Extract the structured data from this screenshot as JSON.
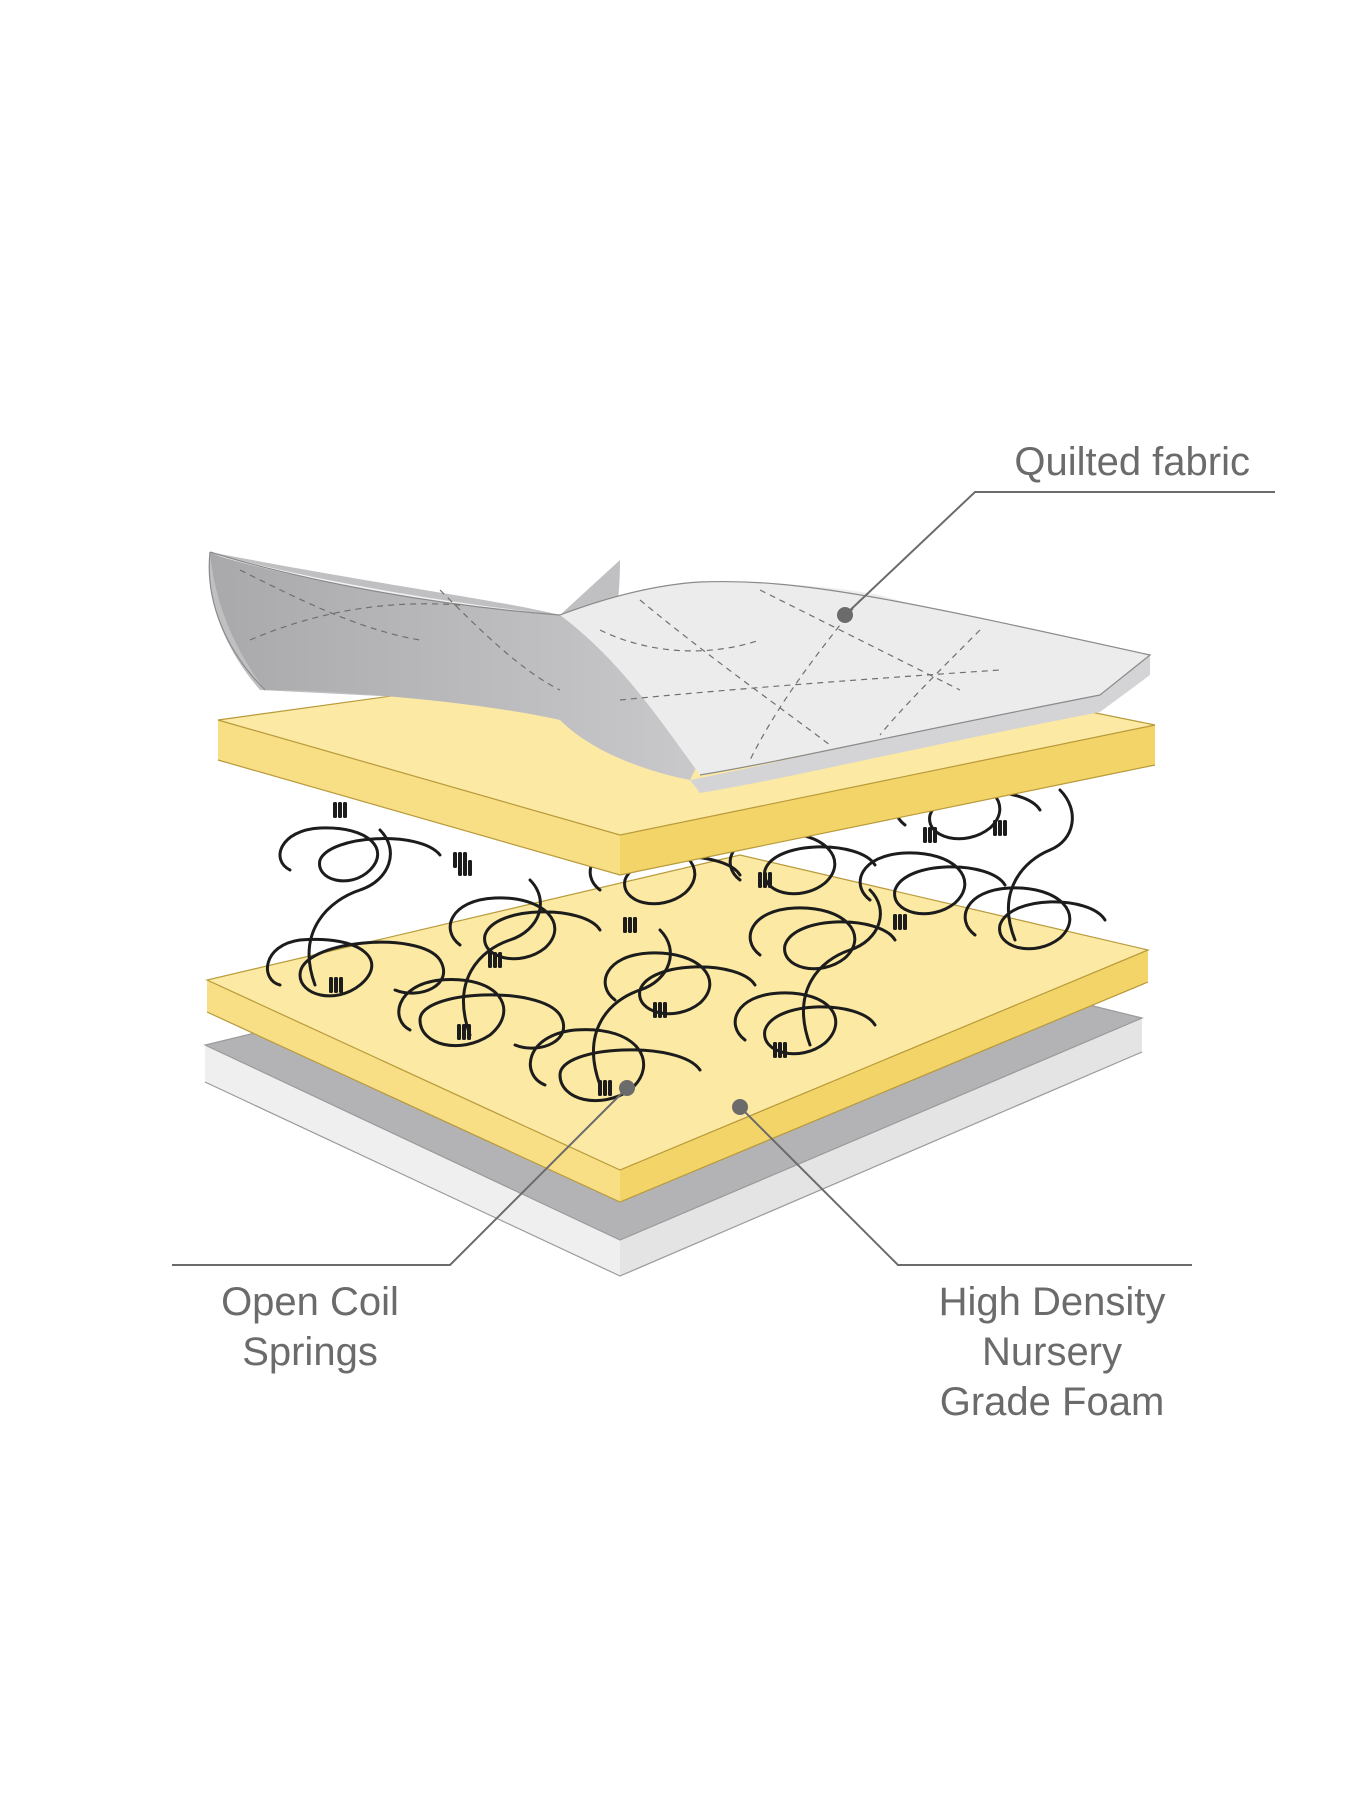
{
  "labels": {
    "quilted_fabric": "Quilted fabric",
    "open_coil_line1": "Open Coil",
    "open_coil_line2": "Springs",
    "foam_line1": "High Density",
    "foam_line2": "Nursery",
    "foam_line3": "Grade Foam"
  },
  "colors": {
    "fabric_top": "#ededed",
    "fabric_side": "#b9b9bb",
    "foam_top": "#fbe9a4",
    "foam_side": "#f7da7a",
    "base_top": "#b3b3b5",
    "base_side": "#eeeeee",
    "spring": "#1c1c1c",
    "label_text": "#6b6b6b"
  }
}
